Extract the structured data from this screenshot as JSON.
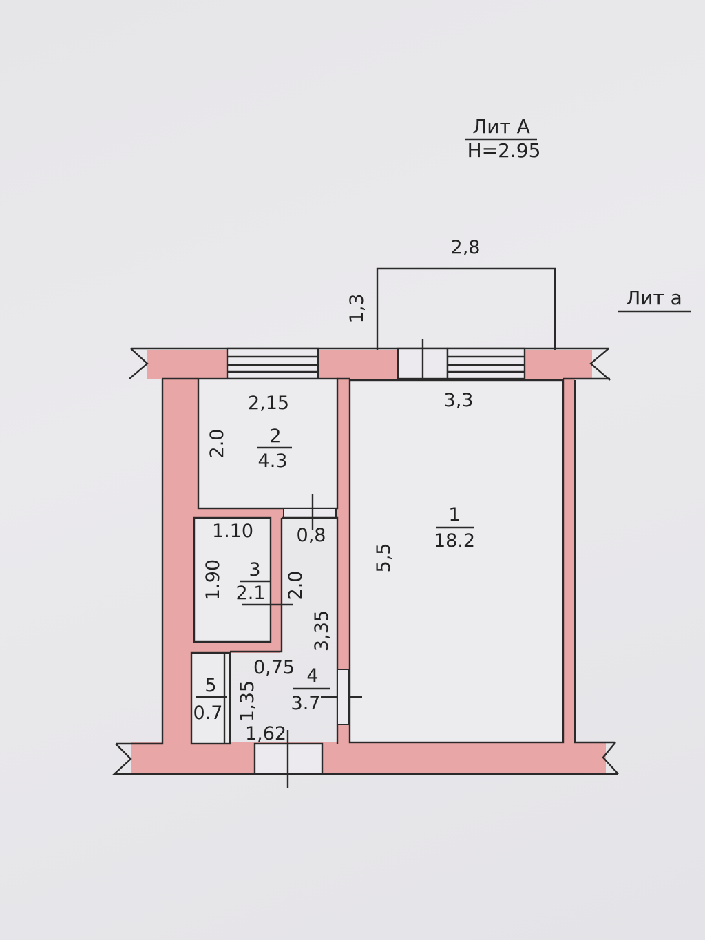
{
  "header": {
    "lit_a": "Лит А",
    "height": "H=2.95",
    "lit_small": "Лит а"
  },
  "balcony": {
    "width": "2,8",
    "depth": "1,3"
  },
  "rooms": [
    {
      "id": "1",
      "number": "1",
      "area": "18.2",
      "dim_width": "3,3",
      "dim_length": "5,5"
    },
    {
      "id": "2",
      "number": "2",
      "area": "4.3",
      "dim_width": "2,15",
      "dim_length": "2.0"
    },
    {
      "id": "3",
      "number": "3",
      "area": "2.1",
      "dim_width": "1.10",
      "dim_length": "1.90"
    },
    {
      "id": "4",
      "number": "4",
      "area": "3.7",
      "dim_width": "0,8",
      "dim_length": "3,35",
      "dim_extra_1": "2.0",
      "dim_extra_2": "0,75",
      "dim_bottom": "1,62"
    },
    {
      "id": "5",
      "number": "5",
      "area": "0.7",
      "dim_length": "1,35"
    }
  ]
}
